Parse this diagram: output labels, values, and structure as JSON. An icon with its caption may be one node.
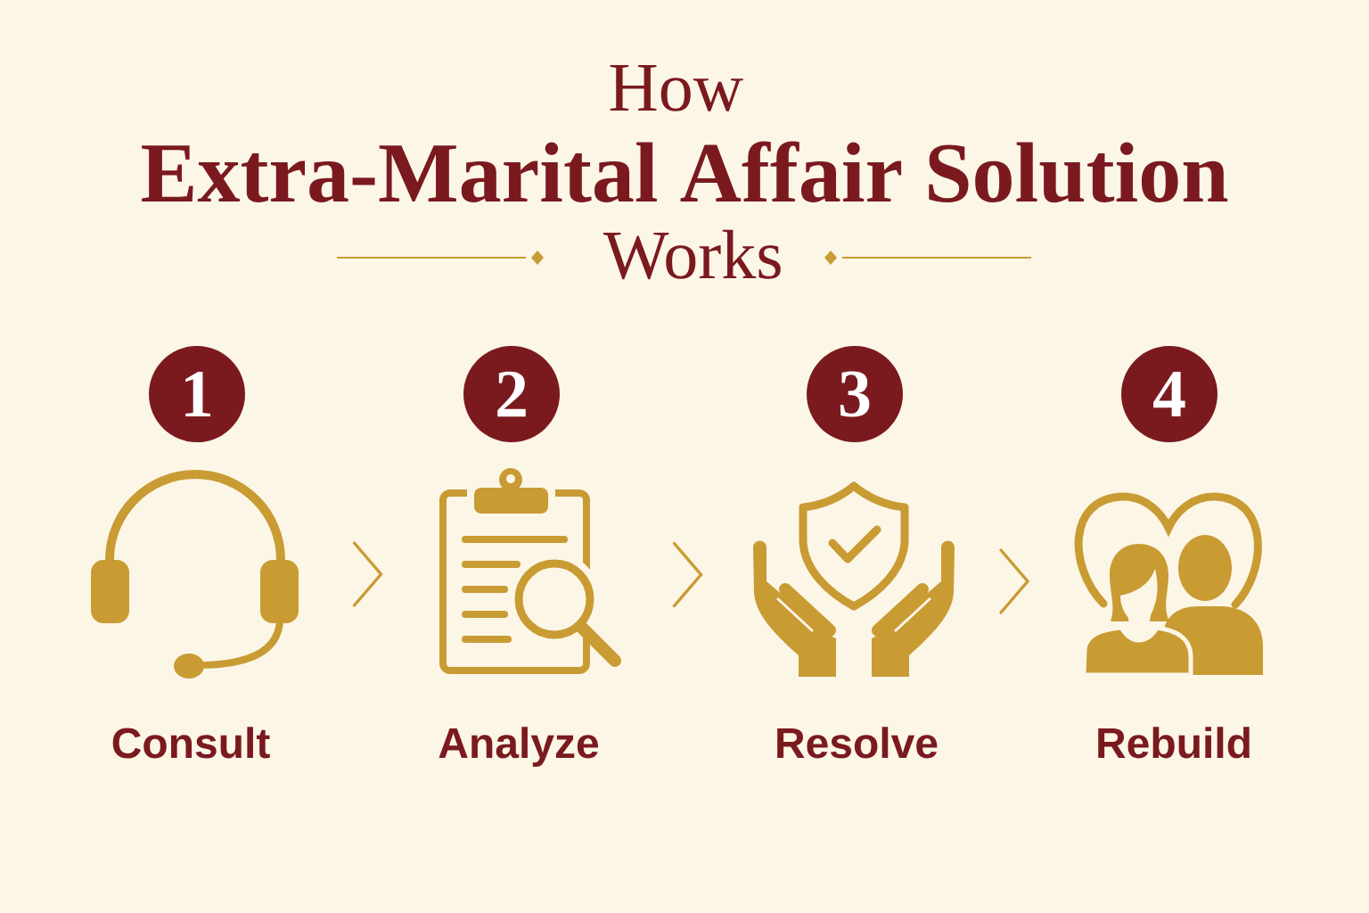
{
  "diagram": {
    "title": "How **Extra-Marital Affair Solution** Works",
    "nodes": [
      {
        "text": [
          "1"
        ]
      },
      {
        "text": [
          "2"
        ]
      },
      {
        "text": [
          "3"
        ]
      },
      {
        "text": [
          "4"
        ]
      },
      {
        "text": [],
        "shape": "picture",
        "beside": [
          "Consult"
        ]
      },
      {
        "text": [],
        "shape": "picture",
        "beside": [
          "Analyze"
        ]
      },
      {
        "text": [],
        "shape": "picture",
        "beside": [
          "Resolve"
        ]
      },
      {
        "text": [],
        "shape": "picture",
        "beside": [
          "Rebuild"
        ]
      }
    ],
    "edges": [
      {
        "from": 4,
        "to": 5,
        "arrow": "to"
      },
      {
        "from": 5,
        "to": 6,
        "arrow": "to"
      },
      {
        "from": 6,
        "to": 7,
        "arrow": "to"
      }
    ]
  }
}
